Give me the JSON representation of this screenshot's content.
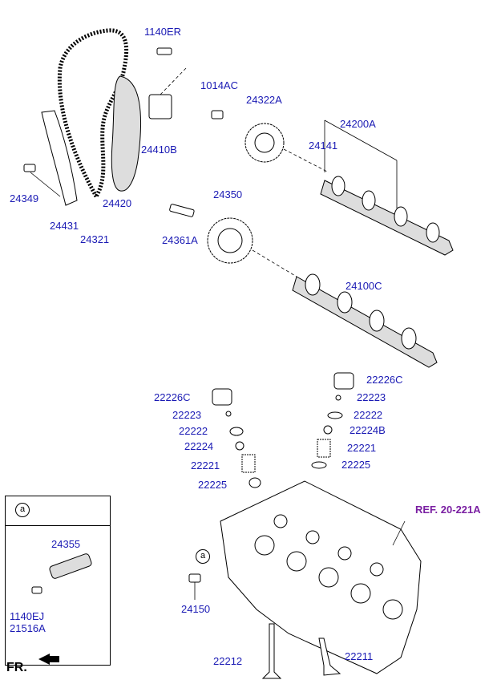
{
  "labels": {
    "l_1140ER": "1140ER",
    "l_1014AC": "1014AC",
    "l_24322A": "24322A",
    "l_24200A": "24200A",
    "l_24141": "24141",
    "l_24410B": "24410B",
    "l_24349": "24349",
    "l_24420": "24420",
    "l_24431": "24431",
    "l_24321": "24321",
    "l_24350": "24350",
    "l_24361A": "24361A",
    "l_24100C": "24100C",
    "l_22226C_right": "22226C",
    "l_22226C_left": "22226C",
    "l_22223_right": "22223",
    "l_22223_left": "22223",
    "l_22222_right": "22222",
    "l_22222_left": "22222",
    "l_22224B": "22224B",
    "l_22224": "22224",
    "l_22221_right": "22221",
    "l_22221_left": "22221",
    "l_22225_right": "22225",
    "l_22225_left": "22225",
    "l_24150": "24150",
    "l_22212": "22212",
    "l_22211": "22211",
    "l_24355": "24355",
    "l_1140EJ": "1140EJ",
    "l_21516A": "21516A"
  },
  "ref_label": "REF. 20-221A",
  "inset_marker": "a",
  "head_marker": "a",
  "direction_label": "FR.",
  "colors": {
    "part_label": "#1a1ab4",
    "ref_label": "#7a1fa2"
  }
}
